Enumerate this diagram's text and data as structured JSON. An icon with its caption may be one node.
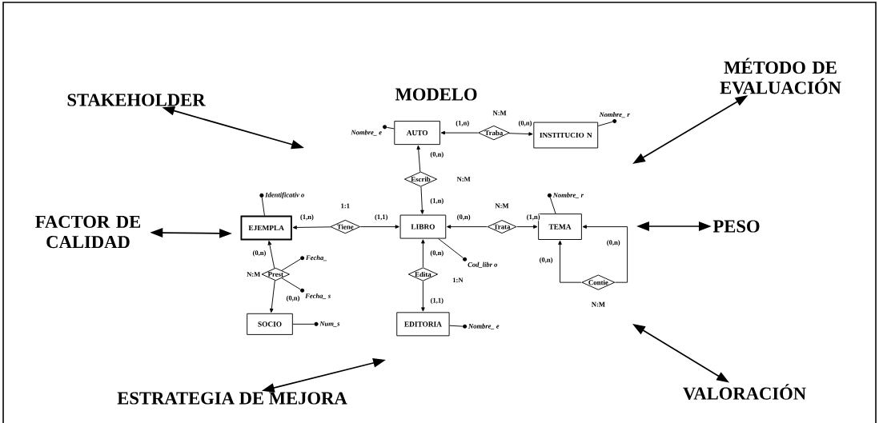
{
  "diagram": {
    "nodes": [
      {
        "text": [
          "STAKEHOLDER"
        ]
      },
      {
        "text": [
          "MÉTODO DE EVALUACIÓN"
        ]
      },
      {
        "text": [
          "FACTOR DE CALIDAD"
        ]
      },
      {
        "text": [
          "PESO"
        ]
      },
      {
        "text": [
          "ESTRATEGIA DE MEJORA"
        ]
      },
      {
        "text": [
          "VALORACIÓN"
        ]
      },
      {
        "text": [
          "AUTO"
        ]
      },
      {
        "text": [
          "Traba"
        ],
        "beside": [
          "N:M"
        ]
      },
      {
        "text": [
          "INSTITUCIO N"
        ]
      },
      {
        "text": [
          "Escrib"
        ],
        "beside": [
          "N:M"
        ]
      },
      {
        "text": [
          "EJEMPLA"
        ]
      },
      {
        "text": [
          "Tiene"
        ],
        "beside": [
          "1:1"
        ]
      },
      {
        "text": [
          "LIBRO"
        ]
      },
      {
        "text": [
          "Trata"
        ],
        "beside": [
          "N:M"
        ]
      },
      {
        "text": [
          "TEMA"
        ]
      },
      {
        "text": [
          "Prest"
        ],
        "beside": [
          "N:M"
        ]
      },
      {
        "text": [
          "Edita"
        ],
        "beside": [
          "1:N"
        ]
      },
      {
        "text": [
          "Contie"
        ],
        "beside": [
          "N:M"
        ]
      },
      {
        "text": [
          "SOCIO"
        ]
      },
      {
        "text": [
          "EDITORIA"
        ]
      },
      {
        "text": [
          "Nombre_ e"
        ]
      },
      {
        "text": [
          "Nombre_ r"
        ]
      },
      {
        "text": [
          "Identificativ o"
        ]
      },
      {
        "text": [
          "Cod_libr o"
        ]
      },
      {
        "text": [
          "Nombre_ r"
        ]
      },
      {
        "text": [
          "Fecha_"
        ]
      },
      {
        "text": [
          "Fecha_ s"
        ]
      },
      {
        "text": [
          "Num_s"
        ]
      },
      {
        "text": [
          "Nombre_ e"
        ]
      }
    ],
    "edges": [
      {
        "from": 0,
        "to": null,
        "arrow": "both"
      },
      {
        "from": 1,
        "to": null,
        "arrow": "both"
      },
      {
        "from": 2,
        "to": null,
        "arrow": "both"
      },
      {
        "from": 3,
        "to": null,
        "arrow": "both"
      },
      {
        "from": 4,
        "to": null,
        "arrow": "both"
      },
      {
        "from": 5,
        "to": null,
        "arrow": "both"
      },
      {
        "from": 7,
        "to": 6,
        "arrow": "to",
        "label": "(1,n)"
      },
      {
        "from": 7,
        "to": 8,
        "arrow": "to",
        "label": "(0,n)"
      },
      {
        "from": 9,
        "to": 6,
        "arrow": "to",
        "label": "(0,n)"
      },
      {
        "from": 9,
        "to": 12,
        "arrow": "to",
        "label": "(1,n)"
      },
      {
        "from": 11,
        "to": 10,
        "arrow": "to",
        "label": "(1,n)"
      },
      {
        "from": 11,
        "to": 12,
        "arrow": "to",
        "label": "(1,1)"
      },
      {
        "from": 13,
        "to": 12,
        "arrow": "to",
        "label": "(0,n)"
      },
      {
        "from": 13,
        "to": 14,
        "arrow": "to",
        "label": "(1,n)"
      },
      {
        "from": 15,
        "to": 10,
        "arrow": "to",
        "label": "(0,n)"
      },
      {
        "from": 15,
        "to": 18,
        "arrow": "to",
        "label": "(0,n)"
      },
      {
        "from": 16,
        "to": 12,
        "arrow": "to",
        "label": "(0,n)"
      },
      {
        "from": 16,
        "to": 19,
        "arrow": "to",
        "label": "(1,1)"
      },
      {
        "from": 17,
        "to": 14,
        "arrow": "to",
        "label": "(0,n)"
      },
      {
        "from": 17,
        "to": 14,
        "arrow": "to",
        "label": "(0,n)"
      },
      {
        "from": 6,
        "to": 20,
        "arrow": "none"
      },
      {
        "from": 8,
        "to": 21,
        "arrow": "none"
      },
      {
        "from": 10,
        "to": 22,
        "arrow": "none"
      },
      {
        "from": 12,
        "to": 23,
        "arrow": "none"
      },
      {
        "from": 14,
        "to": 24,
        "arrow": "none"
      },
      {
        "from": 15,
        "to": 25,
        "arrow": "none"
      },
      {
        "from": 15,
        "to": 26,
        "arrow": "none"
      },
      {
        "from": 18,
        "to": 27,
        "arrow": "none"
      },
      {
        "from": 19,
        "to": 28,
        "arrow": "none"
      }
    ],
    "labels": [
      "MODELO"
    ]
  }
}
